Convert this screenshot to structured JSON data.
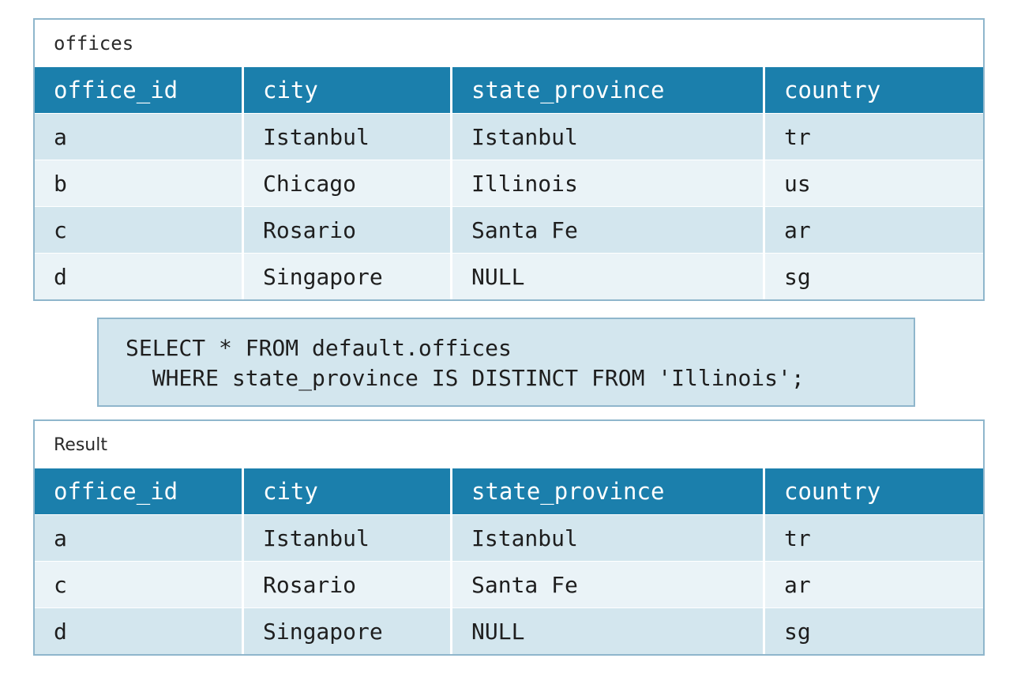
{
  "offices_table": {
    "title": "offices",
    "headers": [
      "office_id",
      "city",
      "state_province",
      "country"
    ],
    "rows": [
      [
        "a",
        "Istanbul",
        "Istanbul",
        "tr"
      ],
      [
        "b",
        "Chicago",
        "Illinois",
        "us"
      ],
      [
        "c",
        "Rosario",
        "Santa Fe",
        "ar"
      ],
      [
        "d",
        "Singapore",
        "NULL",
        "sg"
      ]
    ]
  },
  "query": {
    "line1": "SELECT * FROM default.offices",
    "line2": "  WHERE state_province IS DISTINCT FROM 'Illinois';"
  },
  "result_table": {
    "title": "Result",
    "headers": [
      "office_id",
      "city",
      "state_province",
      "country"
    ],
    "rows": [
      [
        "a",
        "Istanbul",
        "Istanbul",
        "tr"
      ],
      [
        "c",
        "Rosario",
        "Santa Fe",
        "ar"
      ],
      [
        "d",
        "Singapore",
        "NULL",
        "sg"
      ]
    ]
  },
  "colors": {
    "header_bg": "#1b7fac",
    "row_odd": "#d3e6ee",
    "row_even": "#eaf3f7",
    "border": "#8fb6cc"
  }
}
